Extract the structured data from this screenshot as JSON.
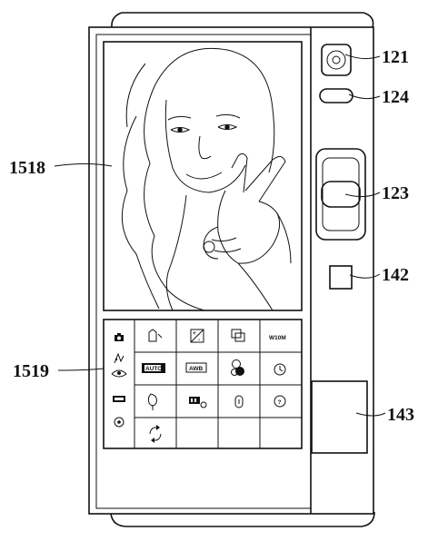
{
  "callouts": {
    "c121": "121",
    "c124": "124",
    "c1518": "1518",
    "c123": "123",
    "c142": "142",
    "c1519": "1519",
    "c143": "143"
  },
  "menu": {
    "auto_label": "AUTO",
    "awb_label": "AWB",
    "resolution_label": "W10M",
    "side_icons": [
      "camera-icon",
      "effects-icon",
      "eye-icon",
      "mode-badge-icon",
      "gear-icon"
    ],
    "grid_icons": [
      [
        "shirt-icon",
        "exposure-icon",
        "crop-icon",
        "resolution-badge"
      ],
      [
        "auto-badge",
        "awb-badge",
        "face-icon",
        "timer-icon"
      ],
      [
        "macro-icon",
        "iso-icon",
        "lock-icon",
        "help-icon"
      ],
      [
        "rotate-icon"
      ]
    ]
  }
}
